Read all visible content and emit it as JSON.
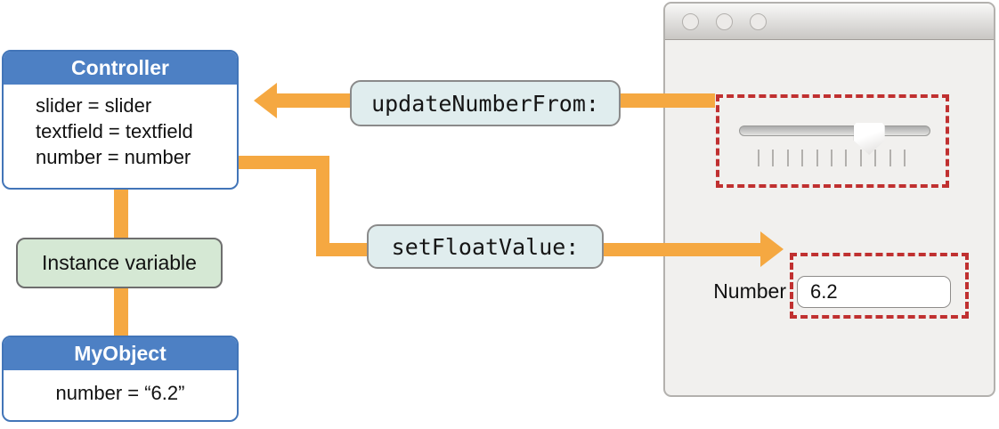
{
  "diagram": {
    "controller": {
      "title": "Controller",
      "lines": [
        "slider = slider",
        "textfield = textfield",
        "number = number"
      ]
    },
    "instance_variable_label": "Instance variable",
    "myobject": {
      "title": "MyObject",
      "body": "number = “6.2”"
    },
    "messages": {
      "update_number_from": "updateNumberFrom:",
      "set_float_value": "setFloatValue:"
    }
  },
  "window": {
    "titlebar_buttons": [
      "close-button",
      "minimize-button",
      "zoom-button"
    ],
    "slider": {
      "tick_count": 11,
      "thumb_position_fraction": 0.68
    },
    "number_field": {
      "label": "Number",
      "value": "6.2"
    }
  },
  "colors": {
    "arrow_orange": "#F5A841",
    "box_blue": "#4D80C4",
    "green_fill": "#D5E8D4",
    "label_fill": "#E0EDEE",
    "annotation_red": "#C03030"
  }
}
